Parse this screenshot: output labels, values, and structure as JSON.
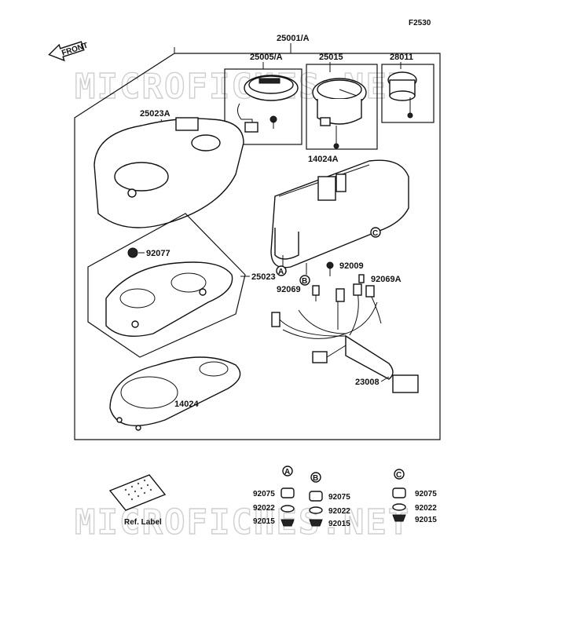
{
  "diagram_code": "F2530",
  "front_label": "FRONT",
  "watermark": "MICROFICHES.NET",
  "parts": {
    "assembly": "25001/A",
    "tach_gauge": "25005/A",
    "speedo": "25015",
    "fuel_gauge": "28011",
    "upper_cover": "25023A",
    "case": "14024A",
    "lower_cover": "25023",
    "grommet_top": "92077",
    "screw": "92009",
    "bulb_a": "92069A",
    "bulb": "92069",
    "harness": "23008",
    "gasket": "14024",
    "ref_label": "Ref. Label"
  },
  "markers": {
    "a": "A",
    "b": "B",
    "c": "C"
  },
  "kits": {
    "damper": "92075",
    "washer": "92022",
    "nut": "92015"
  }
}
